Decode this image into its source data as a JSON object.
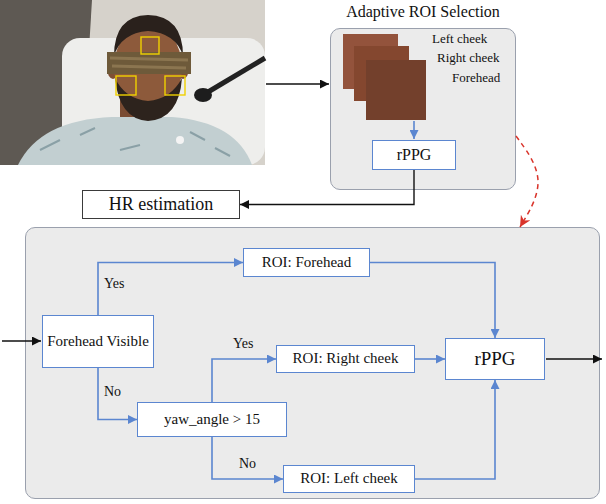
{
  "diagram": {
    "nodes": [
      {
        "text": [
          "Adaptive ROI Selection"
        ]
      },
      {
        "text": [
          "rPPG"
        ],
        "in": 0
      },
      {
        "text": [
          "HR estimation"
        ]
      },
      {
        "text": []
      },
      {
        "text": [
          "Forehead Visible"
        ],
        "in": 3
      },
      {
        "text": [
          "ROI: Forehead"
        ],
        "in": 3
      },
      {
        "text": [
          "yaw_angle > 15"
        ],
        "in": 3
      },
      {
        "text": [
          "ROI: Right cheek"
        ],
        "in": 3
      },
      {
        "text": [
          "ROI: Left cheek"
        ],
        "in": 3
      },
      {
        "text": [
          "rPPG"
        ],
        "in": 3
      }
    ],
    "edges": [
      {
        "from": 1,
        "to": 2,
        "arrow": "to"
      },
      {
        "from": 0,
        "to": 3,
        "arrow": "to"
      },
      {
        "from": 4,
        "to": 5,
        "label": "Yes",
        "arrow": "to"
      },
      {
        "from": 4,
        "to": 6,
        "label": "No",
        "arrow": "to"
      },
      {
        "from": 6,
        "to": 7,
        "label": "Yes",
        "arrow": "to"
      },
      {
        "from": 6,
        "to": 8,
        "label": "No",
        "arrow": "to"
      },
      {
        "from": 5,
        "to": 9,
        "arrow": "to"
      },
      {
        "from": 7,
        "to": 9,
        "arrow": "to"
      },
      {
        "from": 8,
        "to": 9,
        "arrow": "to"
      }
    ],
    "labels": [
      "Left cheek",
      "Right cheek",
      "Forehead"
    ]
  }
}
